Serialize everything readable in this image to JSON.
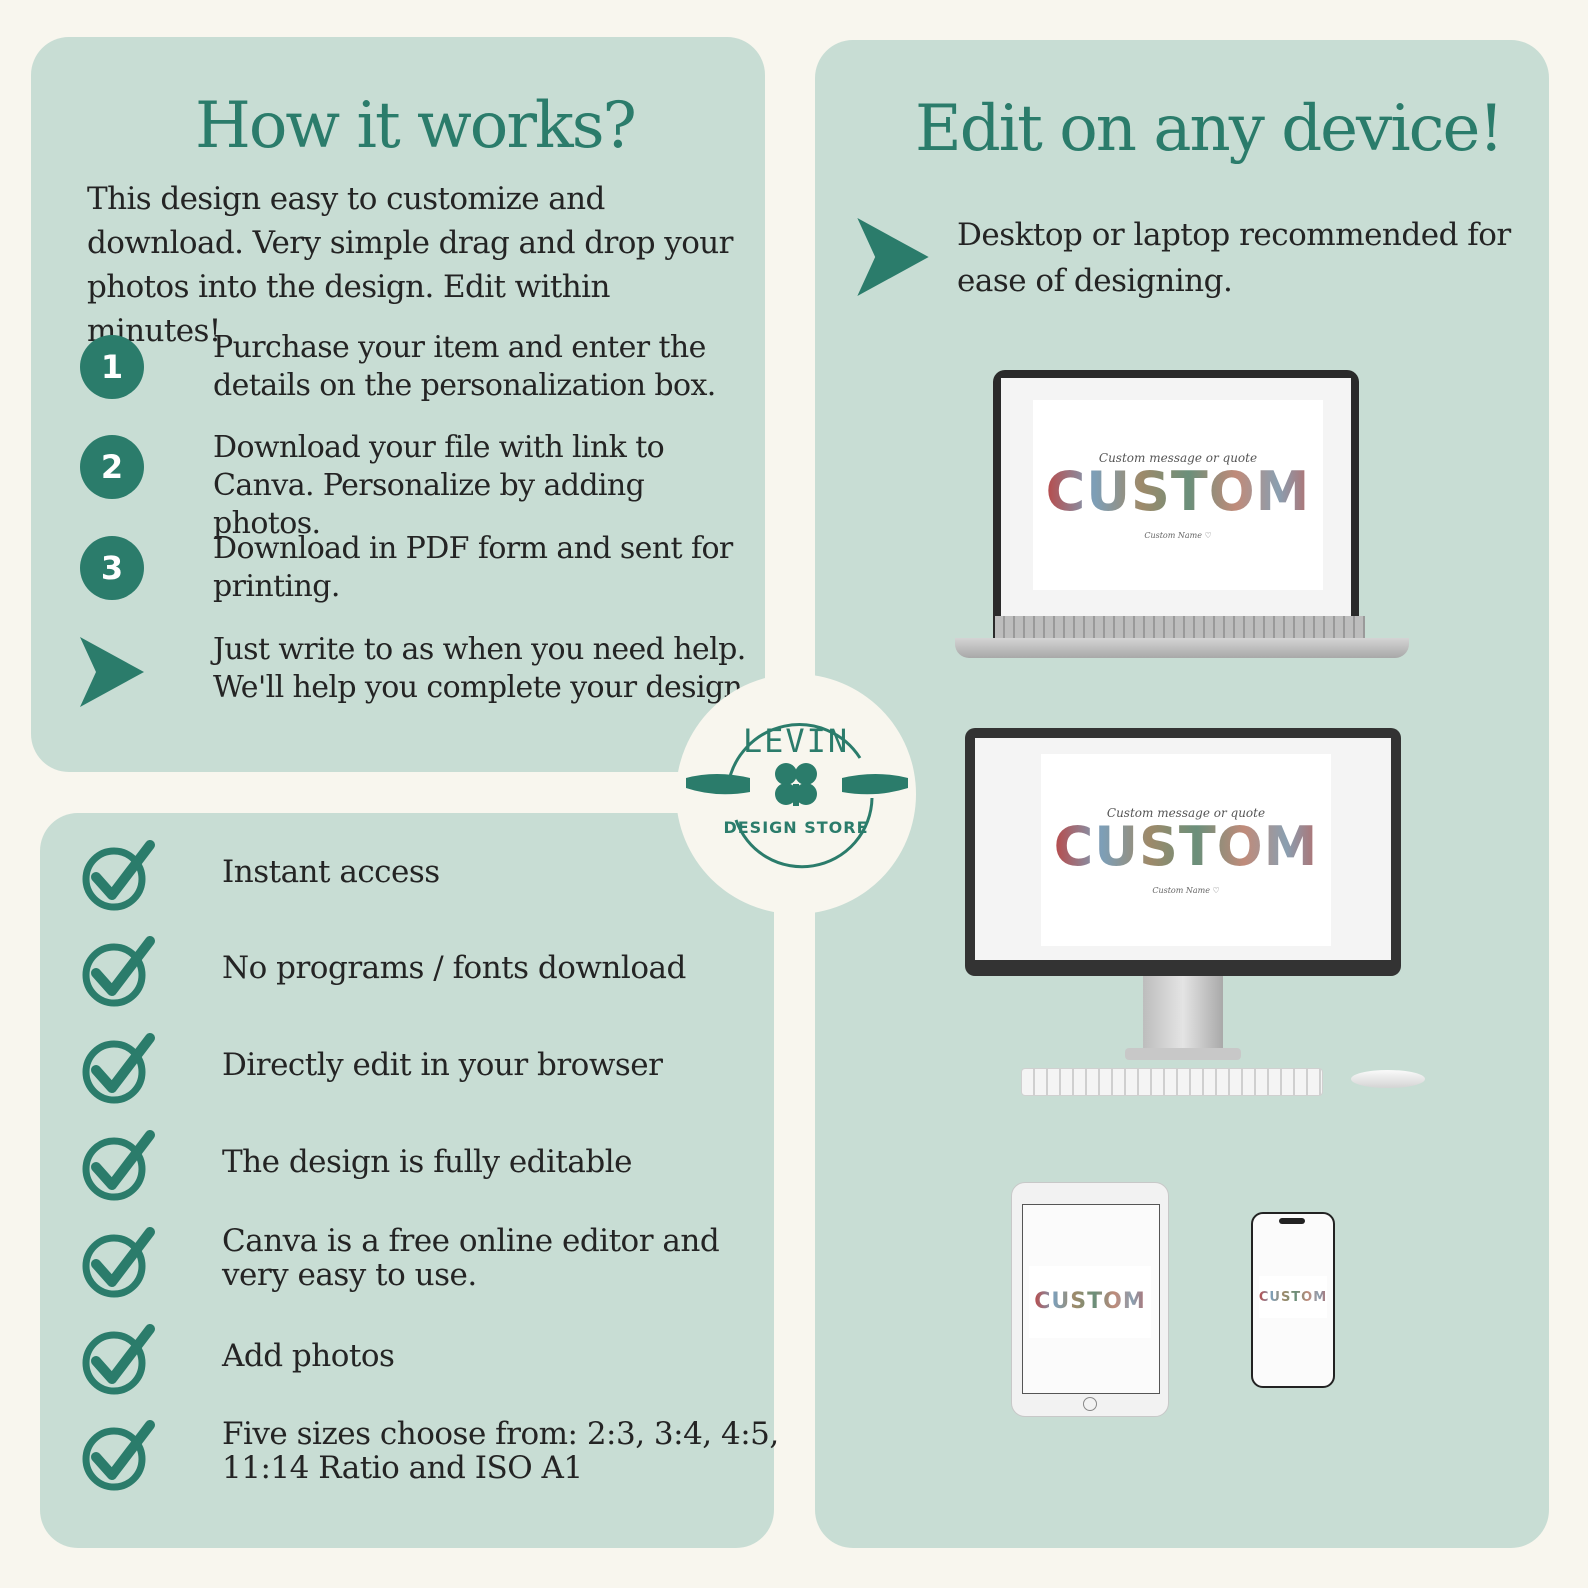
{
  "how": {
    "title": "How it works?",
    "intro": "This design easy to customize and download. Very simple drag and drop your photos into the design. Edit within minutes!",
    "steps": [
      {
        "num": "1",
        "text": "Purchase your item and enter the details on the personalization box."
      },
      {
        "num": "2",
        "text": "Download your file with link to Canva. Personalize by adding photos."
      },
      {
        "num": "3",
        "text": "Download in PDF form and sent for printing."
      }
    ],
    "help": "Just write to as when you need help. We'll help you complete your design."
  },
  "features": [
    "Instant access",
    "No programs / fonts download",
    "Directly edit in your browser",
    "The design is fully editable",
    "Canva is a free online editor and very easy to use.",
    "Add photos",
    "Five sizes choose from: 2:3, 3:4, 4:5, 11:14 Ratio and ISO A1"
  ],
  "edit": {
    "title": "Edit on any device!",
    "note": "Desktop or laptop recommended for ease of designing."
  },
  "logo": {
    "top": "LEVIN",
    "bottom": "DESIGN STORE"
  },
  "mockup": {
    "quote": "Custom message or quote",
    "word": "CUSTOM",
    "name": "Custom Name ♡"
  },
  "colors": {
    "accent": "#2b7c6b",
    "panel": "#c8ddd4",
    "background": "#f8f6ee"
  },
  "icons": {
    "check": "check-circle-icon",
    "arrow": "arrow-right-icon",
    "logo": "clover-logo-icon"
  }
}
